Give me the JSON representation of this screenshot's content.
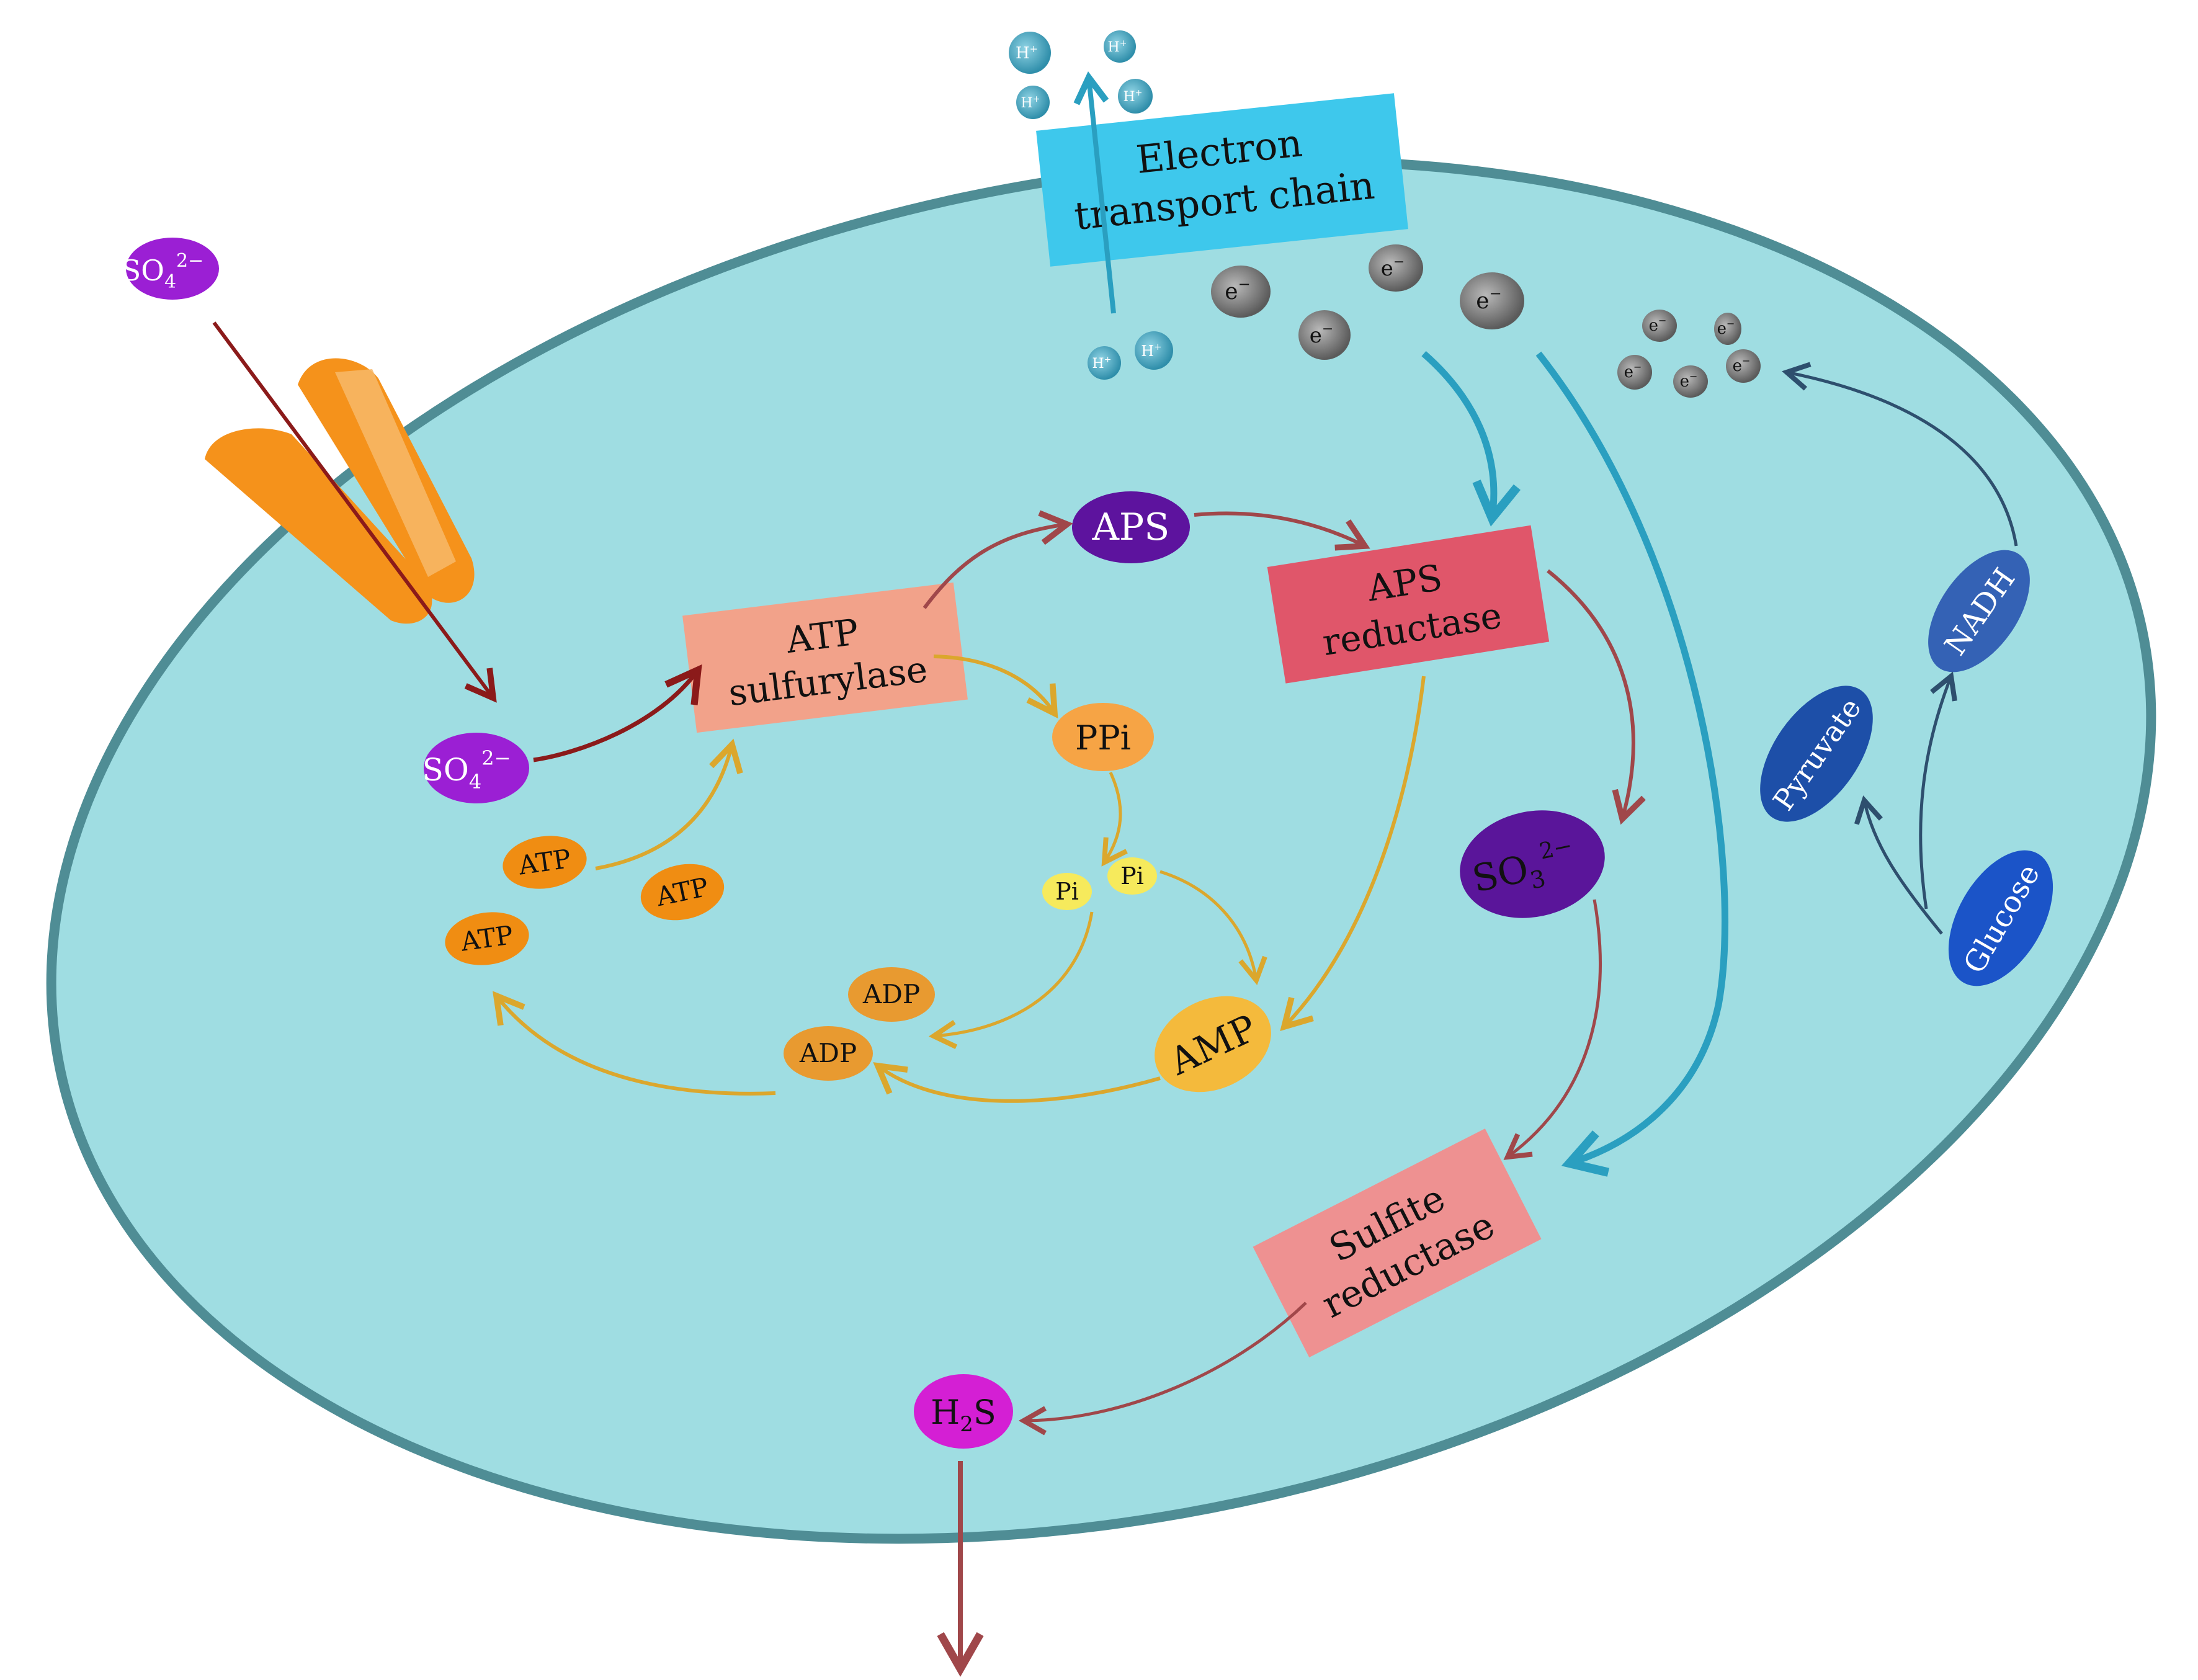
{
  "colors": {
    "cell_fill": "#9fdde2",
    "cell_stroke": "#4f8d95",
    "transporter": "#f5921b",
    "transporter_light": "#f7b869",
    "etc_box": "#3ec8ec",
    "atp_sulfurylase": "#f2a28a",
    "aps_reductase": "#e0566a",
    "sulfite_reductase": "#ee9191",
    "sulfate": "#9b1fd4",
    "aps": "#5d139e",
    "sulfite": "#5a159a",
    "h2s": "#d41fd4",
    "atp": "#f08d12",
    "adp": "#e89a30",
    "amp": "#f4ba3c",
    "ppi": "#f6a445",
    "pi": "#f6ea5c",
    "pyruvate": "#1d4fa8",
    "nadh": "#3462b5",
    "glucose": "#1b54c8",
    "electron": "#7a7a7a",
    "proton": "#47a9c2",
    "arrow_dark_red": "#8b1a1a",
    "arrow_brown": "#a0474a",
    "arrow_gold": "#dba72d",
    "arrow_teal": "#2a9fc0",
    "arrow_navy": "#2e4f6e"
  },
  "external": {
    "sulfate": {
      "base": "SO",
      "sub": "4",
      "sup": "2−"
    }
  },
  "membrane": {
    "transporter_name": "sulfate-transporter"
  },
  "etc": {
    "line1": "Electron",
    "line2": "transport chain"
  },
  "protons": {
    "label": "H",
    "charge": "+"
  },
  "electrons": {
    "label": "e",
    "charge": "−"
  },
  "internal": {
    "sulfate": {
      "base": "SO",
      "sub": "4",
      "sup": "2−"
    },
    "aps": "APS",
    "ppi": "PPi",
    "pi": "Pi",
    "atp": "ATP",
    "adp": "ADP",
    "amp": "AMP",
    "sulfite": {
      "base": "SO",
      "sub": "3",
      "sup": "2−"
    },
    "h2s": {
      "base1": "H",
      "sub": "2",
      "base2": "S"
    }
  },
  "enzymes": {
    "atp_sulfurylase": {
      "line1": "ATP",
      "line2": "sulfurylase"
    },
    "aps_reductase": {
      "line1": "APS",
      "line2": "reductase"
    },
    "sulfite_reductase": {
      "line1": "Sulfite",
      "line2": "reductase"
    }
  },
  "glycolysis": {
    "glucose": "Glucose",
    "pyruvate": "Pyruvate",
    "nadh": "NADH"
  }
}
